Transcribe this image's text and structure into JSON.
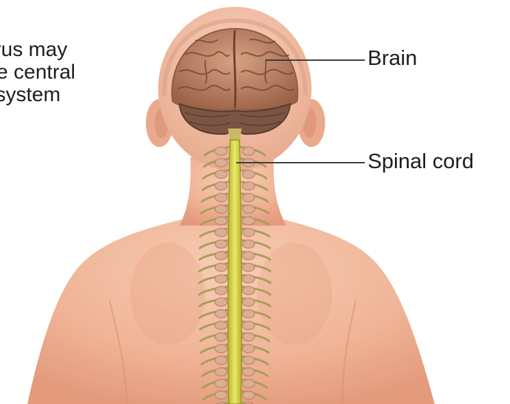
{
  "caption": {
    "lines": [
      "virus may",
      "the central",
      "s system"
    ]
  },
  "labels": {
    "brain": "Brain",
    "spinal_cord": "Spinal cord"
  },
  "colors": {
    "skin": "#f2b89a",
    "brain": "#b97a5e",
    "cerebellum": "#7b5443",
    "spinal_cord": "#d9d646",
    "nerves": "#a89d56",
    "leader_line": "#3a3a3a",
    "text": "#1d1d1d",
    "background": "#ffffff"
  }
}
